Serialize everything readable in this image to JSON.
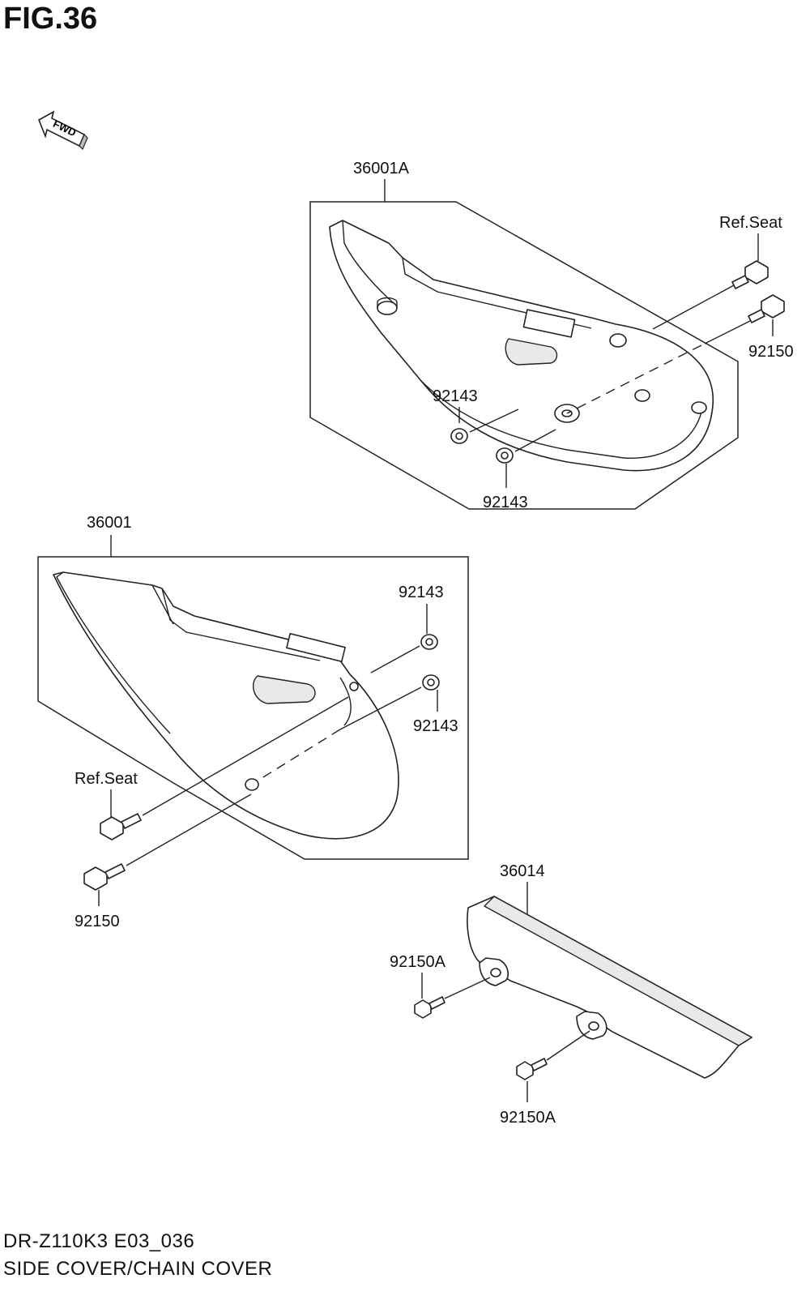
{
  "figure": {
    "title": "FIG.36"
  },
  "fwd_arrow": {
    "text": "FWD",
    "icon": "fwd-arrow-icon"
  },
  "groups": {
    "upper": {
      "part_no": "36001A"
    },
    "lower": {
      "part_no": "36001"
    },
    "chain": {
      "part_no": "36014"
    }
  },
  "callouts": {
    "upper_ref_seat": "Ref.Seat",
    "upper_bolt": "92150",
    "upper_washer_a": "92143",
    "upper_washer_b": "92143",
    "lower_washer_a": "92143",
    "lower_washer_b": "92143",
    "lower_ref_seat": "Ref.Seat",
    "lower_bolt": "92150",
    "chain_bolt_a": "92150A",
    "chain_bolt_b": "92150A"
  },
  "footer": {
    "code": "DR-Z110K3 E03_036",
    "title": "SIDE COVER/CHAIN COVER"
  }
}
